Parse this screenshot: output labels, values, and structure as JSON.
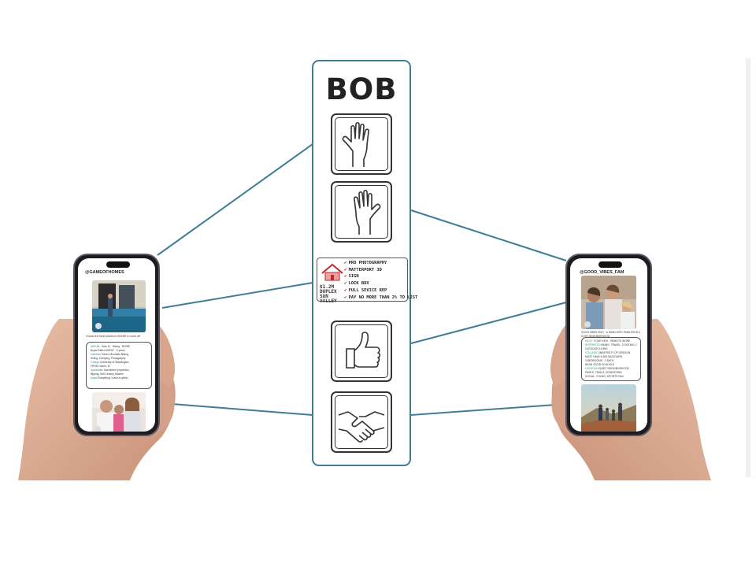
{
  "center_panel": {
    "title": "BOB",
    "tiles": [
      "raised-hand-icon",
      "raised-hand-icon",
      "thumbs-up-icon",
      "handshake-icon"
    ],
    "listing": {
      "price_lines": [
        "$1.2M",
        "DUPLEX",
        "SUN VALLEY"
      ],
      "checklist": [
        "PRO PHOTOGRAPHY",
        "MATTERPORT 3D",
        "SIGN",
        "LOCK BOX",
        "FULL SEVICE REP",
        "PAY NO MORE THAN 2% TO LIST"
      ]
    }
  },
  "left_phone": {
    "handle": "@GAMEOFHOMES",
    "caption": "I know the best places in BOISE to cook off",
    "info": [
      {
        "k": "Wife",
        "v": "24 · Kids 11 · Hiking · BOISE"
      },
      {
        "k": "",
        "v": "Buyer/Seller AGENT · 6 years"
      },
      {
        "k": "Interests",
        "v": "Travel, Mountain Biking,"
      },
      {
        "k": "",
        "v": "Skiing, Camping, Photography"
      },
      {
        "k": "College",
        "v": "University of Washington"
      },
      {
        "k": "",
        "v": "FROM: Idaho, ID"
      },
      {
        "k": "Specialties",
        "v": "Investment properties,"
      },
      {
        "k": "",
        "v": "flipping, Mid Century Modern"
      },
      {
        "k": "Motto",
        "v": "Everything I need is within"
      }
    ]
  },
  "right_phone": {
    "handle": "@GOOD_VIBES_FAM",
    "caption": "GOOD VIBES ONLY · A HAND WITH FAMILIES IN A CUTE NEIGHBORHOOD",
    "info": [
      {
        "k": "KID",
        "v": "3 · FOUR KIDS · REMOTE WORK"
      },
      {
        "k": "INTERESTS",
        "v": "HIKING, TRAVEL, COOKING, DOGS"
      },
      {
        "k": "",
        "v": "OUTDOOR LIVING"
      },
      {
        "k": "COLLEGE",
        "v": "UNIVERSITY OF OREGON"
      },
      {
        "k": "",
        "v": "MUST HAVE A BIG BACKYARD"
      },
      {
        "k": "",
        "v": "3 BEDROOMS · 2 BATH"
      },
      {
        "k": "",
        "v": "NEAR GOOD SCHOOLS"
      },
      {
        "k": "LOCATION",
        "v": "QUIET NEIGHBORHOOD"
      },
      {
        "k": "",
        "v": "PARKS, TRAILS, DOWNTOWN"
      },
      {
        "k": "",
        "v": "SOCIAL, YOUNG, SPORTS FAN"
      }
    ]
  },
  "colors": {
    "connector": "#3f7d93",
    "panel_border": "#3f7d93",
    "check": "#c0282d",
    "accent_text": "#2a8a86"
  }
}
